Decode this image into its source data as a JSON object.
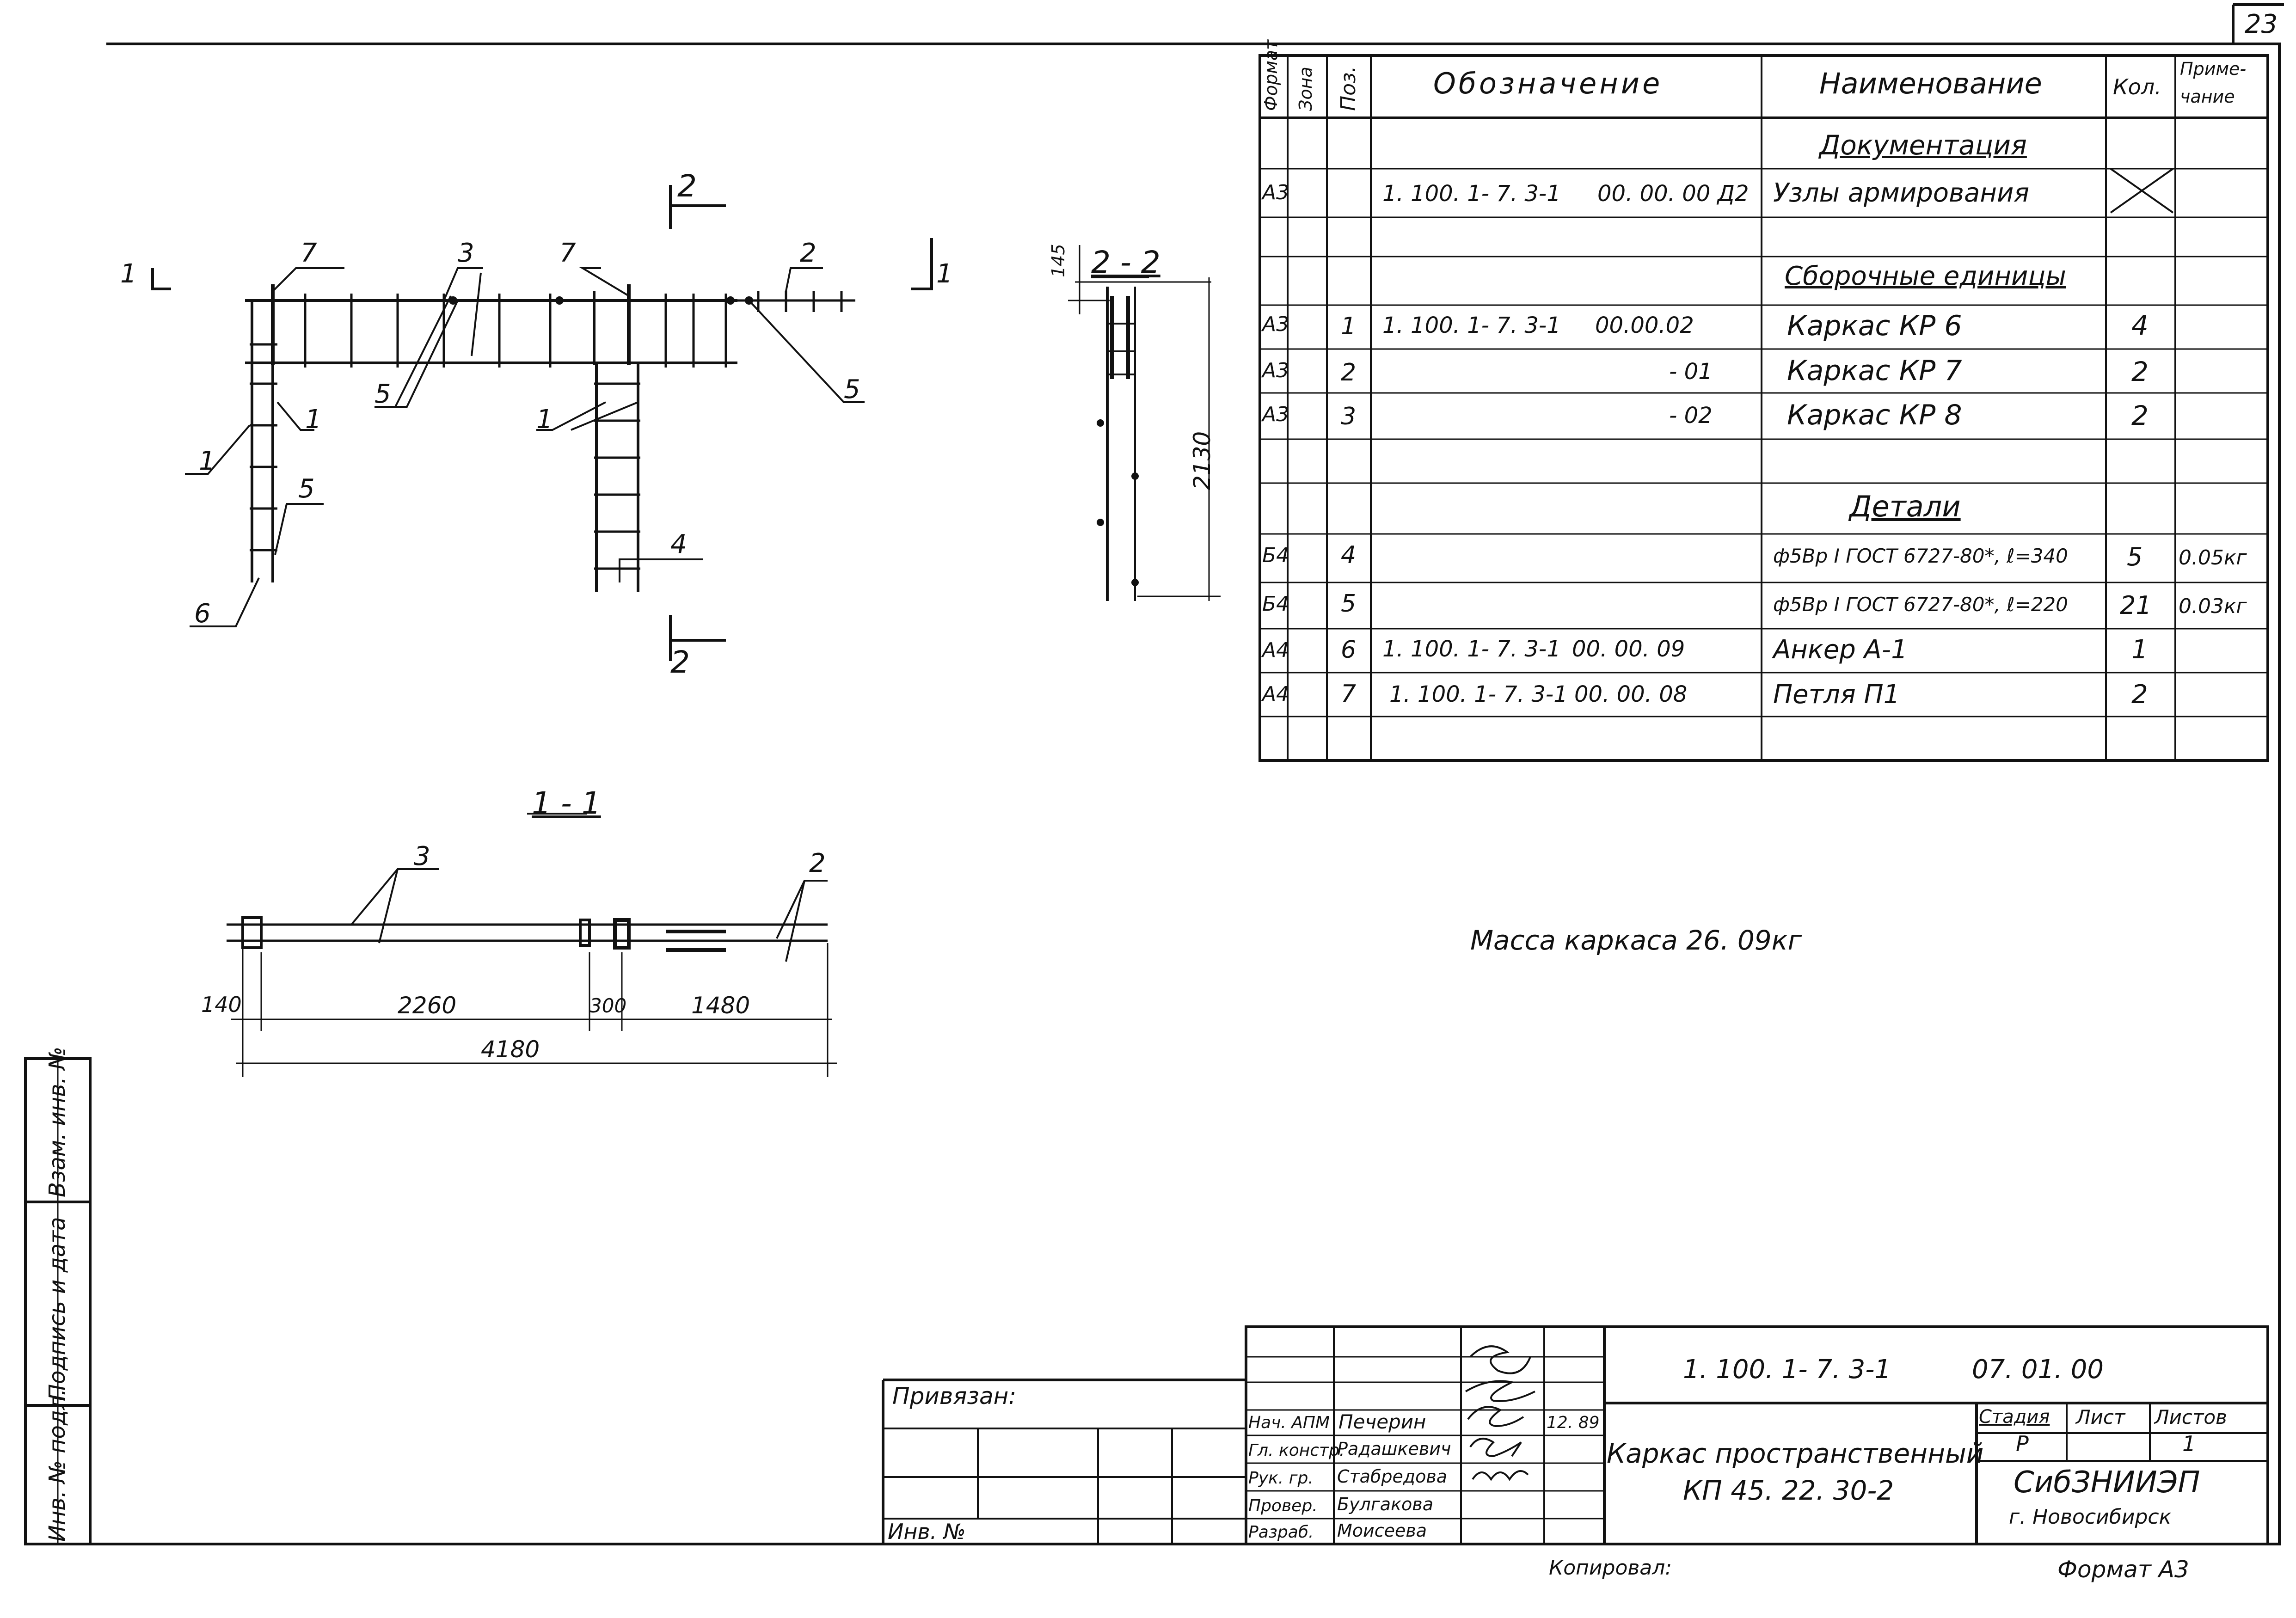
{
  "sheet_number": "23",
  "spec_table": {
    "headers": {
      "format": "Формат",
      "zone": "Зона",
      "pos": "Поз.",
      "designation": "Обозначение",
      "name": "Наименование",
      "qty": "Кол.",
      "note_line1": "Приме-",
      "note_line2": "чание"
    },
    "section_documentation": "Документация",
    "section_assemblies": "Сборочные единицы",
    "section_details": "Детали",
    "rows": [
      {
        "format": "А3",
        "pos": "",
        "designation_a": "1. 100. 1- 7. 3-1",
        "designation_b": "00. 00. 00 Д2",
        "name": "Узлы армирования",
        "qty": "",
        "note": ""
      },
      {
        "format": "А3",
        "pos": "1",
        "designation_a": "1. 100. 1- 7. 3-1",
        "designation_b": "00.00.02",
        "name": "Каркас   КР 6",
        "qty": "4",
        "note": ""
      },
      {
        "format": "А3",
        "pos": "2",
        "designation_a": "",
        "designation_b": "- 01",
        "name": "Каркас   КР 7",
        "qty": "2",
        "note": ""
      },
      {
        "format": "А3",
        "pos": "3",
        "designation_a": "",
        "designation_b": "- 02",
        "name": "Каркас   КР 8",
        "qty": "2",
        "note": ""
      },
      {
        "format": "Б4",
        "pos": "4",
        "designation_a": "",
        "designation_b": "",
        "name": "ф5Вр I ГОСТ 6727-80*,  ℓ=340",
        "qty": "5",
        "note": "0.05кг"
      },
      {
        "format": "Б4",
        "pos": "5",
        "designation_a": "",
        "designation_b": "",
        "name": "ф5Вр I ГОСТ 6727-80*,  ℓ=220",
        "qty": "21",
        "note": "0.03кг"
      },
      {
        "format": "А4",
        "pos": "6",
        "designation_a": "1. 100. 1- 7. 3-1",
        "designation_b": "00. 00. 09",
        "name": "Анкер А-1",
        "qty": "1",
        "note": ""
      },
      {
        "format": "А4",
        "pos": "7",
        "designation_a": "1. 100. 1- 7. 3-1",
        "designation_b": "00. 00. 08",
        "name": "Петля П1",
        "qty": "2",
        "note": ""
      }
    ]
  },
  "mass_text": "Масса  каркаса  26. 09кг",
  "plan_view": {
    "section_marks": [
      "1",
      "1",
      "2",
      "2"
    ],
    "callouts": [
      "7",
      "3",
      "7",
      "2",
      "5",
      "5",
      "1",
      "1",
      "1",
      "5",
      "4",
      "6"
    ]
  },
  "section_2_2": {
    "title": "2 - 2",
    "dim_top": "145",
    "dim_height": "2130"
  },
  "section_1_1": {
    "title": "1 - 1",
    "callouts": [
      "3",
      "2"
    ],
    "dims": [
      "140",
      "2260",
      "300",
      "1480"
    ],
    "total": "4180"
  },
  "title_block": {
    "privyazan": "Привязан:",
    "inv_no": "Инв. №",
    "doc_code": "1. 100. 1- 7. 3-1",
    "doc_sub": "07. 01. 00",
    "title_line1": "Каркас пространственный",
    "title_line2": "КП 45. 22. 30-2",
    "stage_label": "Стадия",
    "sheet_label": "Лист",
    "sheets_label": "Листов",
    "stage": "Р",
    "sheets": "1",
    "org_name": "СибЗНИИЭП",
    "org_city": "г. Новосибирск",
    "date": "12. 89",
    "people": [
      {
        "role": "Нач. АПМ",
        "name": "Печерин"
      },
      {
        "role": "Гл. констр.",
        "name": "Радашкевич"
      },
      {
        "role": "Рук. гр.",
        "name": "Стабредова"
      },
      {
        "role": "Провер.",
        "name": "Булгакова"
      },
      {
        "role": "Разраб.",
        "name": "Моисеева"
      }
    ],
    "copied": "Копировал:",
    "format_label": "Формат А3"
  },
  "side_stamp": {
    "inv_podl": "Инв. № подл.",
    "podpis": "Подпись и дата",
    "vzam": "Взам. инв. №"
  }
}
